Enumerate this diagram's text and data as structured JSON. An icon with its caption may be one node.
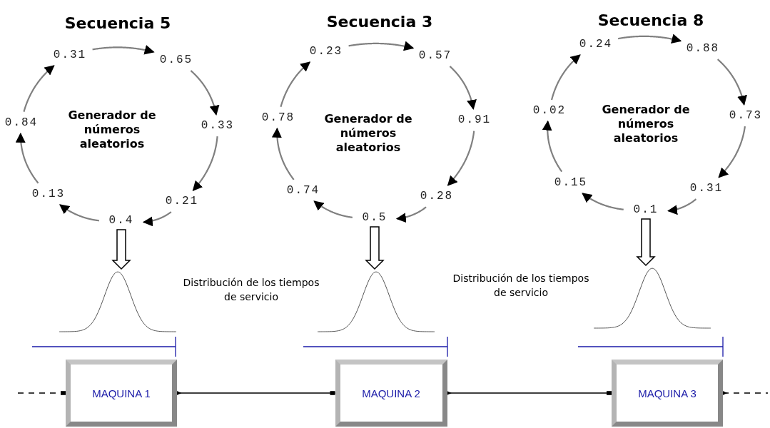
{
  "diagram": {
    "nodes": [
      {
        "text": [
          "0.31"
        ]
      },
      {
        "text": [
          "0.65"
        ]
      },
      {
        "text": [
          "0.33"
        ]
      },
      {
        "text": [
          "0.21"
        ]
      },
      {
        "text": [
          "0.4"
        ]
      },
      {
        "text": [
          "0.13"
        ]
      },
      {
        "text": [
          "0.84"
        ]
      },
      {
        "text": [
          "0.23"
        ]
      },
      {
        "text": [
          "0.57"
        ]
      },
      {
        "text": [
          "0.91"
        ]
      },
      {
        "text": [
          "0.28"
        ]
      },
      {
        "text": [
          "0.5"
        ]
      },
      {
        "text": [
          "0.74"
        ]
      },
      {
        "text": [
          "0.78"
        ]
      },
      {
        "text": [
          "0.24"
        ]
      },
      {
        "text": [
          "0.88"
        ]
      },
      {
        "text": [
          "0.73"
        ]
      },
      {
        "text": [
          "0.31"
        ]
      },
      {
        "text": [
          "0.1"
        ]
      },
      {
        "text": [
          "0.15"
        ]
      },
      {
        "text": [
          "0.02"
        ]
      },
      {
        "text": [],
        "shape": "picture"
      },
      {
        "text": [],
        "shape": "picture"
      },
      {
        "text": [],
        "shape": "picture"
      },
      {
        "text": [
          "MAQUINA 1"
        ]
      },
      {
        "text": [
          "MAQUINA 2"
        ]
      },
      {
        "text": [
          "MAQUINA 3"
        ]
      }
    ],
    "edges": [
      {
        "from": 0,
        "to": 1,
        "arrow": "to"
      },
      {
        "from": 1,
        "to": 2,
        "arrow": "to"
      },
      {
        "from": 2,
        "to": 3,
        "arrow": "to"
      },
      {
        "from": 3,
        "to": 4,
        "arrow": "to"
      },
      {
        "from": 4,
        "to": 5,
        "arrow": "to"
      },
      {
        "from": 5,
        "to": 6,
        "arrow": "to"
      },
      {
        "from": 6,
        "to": 0,
        "arrow": "to"
      },
      {
        "from": 7,
        "to": 8,
        "arrow": "to"
      },
      {
        "from": 8,
        "to": 9,
        "arrow": "to"
      },
      {
        "from": 9,
        "to": 10,
        "arrow": "to"
      },
      {
        "from": 10,
        "to": 11,
        "arrow": "to"
      },
      {
        "from": 11,
        "to": 12,
        "arrow": "to"
      },
      {
        "from": 12,
        "to": 13,
        "arrow": "to"
      },
      {
        "from": 13,
        "to": 7,
        "arrow": "to"
      },
      {
        "from": 14,
        "to": 15,
        "arrow": "to"
      },
      {
        "from": 15,
        "to": 16,
        "arrow": "to"
      },
      {
        "from": 16,
        "to": 17,
        "arrow": "to"
      },
      {
        "from": 17,
        "to": 18,
        "arrow": "to"
      },
      {
        "from": 18,
        "to": 19,
        "arrow": "to"
      },
      {
        "from": 19,
        "to": 20,
        "arrow": "to"
      },
      {
        "from": 20,
        "to": 14,
        "arrow": "to"
      },
      {
        "from": 4,
        "to": 21,
        "arrow": "to",
        "style": "thick",
        "color": "#000000"
      },
      {
        "from": 11,
        "to": 22,
        "arrow": "to",
        "style": "thick",
        "color": "#000000"
      },
      {
        "from": 18,
        "to": 23,
        "arrow": "to",
        "style": "thick",
        "color": "#000000"
      },
      {
        "from": null,
        "to": 24,
        "arrow": "other",
        "style": "dashed",
        "color": "#000000"
      },
      {
        "from": 24,
        "to": 25,
        "arrow": "other",
        "color": "#000000"
      },
      {
        "from": 25,
        "to": 26,
        "arrow": "other",
        "color": "#000000"
      },
      {
        "from": 26,
        "to": null,
        "arrow": "other",
        "style": "dashed",
        "color": "#000000"
      }
    ],
    "labels": [
      "Secuencia 5",
      "Secuencia 3",
      "Secuencia 8",
      "Generador de números aleatorios",
      "Generador de números aleatorios",
      "Generador de números aleatorios",
      "Distribución de los tiempos de servicio",
      "Distribución de los tiempos de servicio"
    ]
  }
}
